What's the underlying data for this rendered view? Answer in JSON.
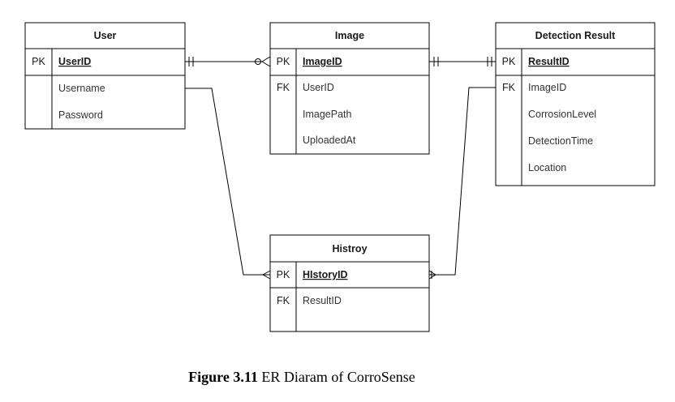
{
  "entities": {
    "user": {
      "title": "User",
      "key_label": "PK",
      "key_field": "UserID",
      "attributes": [
        "Username",
        "Password"
      ]
    },
    "image": {
      "title": "Image",
      "key_label": "PK",
      "key_field": "ImageID",
      "fk_label": "FK",
      "attributes": [
        "UserID",
        "ImagePath",
        "UploadedAt"
      ]
    },
    "detection": {
      "title": "Detection Result",
      "key_label": "PK",
      "key_field": "ResultID",
      "fk_label": "FK",
      "attributes": [
        "ImageID",
        "CorrosionLevel",
        "DetectionTime",
        "Location"
      ]
    },
    "history": {
      "title": "Histroy",
      "key_label": "PK",
      "key_field": "HIstoryID",
      "fk_label": "FK",
      "attributes": [
        "ResultID"
      ]
    }
  },
  "relationships": [
    {
      "from": "user",
      "to": "image",
      "from_cardinality": "exactly-one",
      "to_cardinality": "zero-or-many"
    },
    {
      "from": "image",
      "to": "detection",
      "from_cardinality": "exactly-one",
      "to_cardinality": "exactly-one"
    },
    {
      "from": "user",
      "to": "history",
      "from_cardinality": "one",
      "to_cardinality": "many"
    },
    {
      "from": "detection",
      "to": "history",
      "from_cardinality": "one",
      "to_cardinality": "one-or-many"
    }
  ],
  "caption": {
    "label": "Figure 3.11",
    "text": " ER Diaram of CorroSense"
  }
}
